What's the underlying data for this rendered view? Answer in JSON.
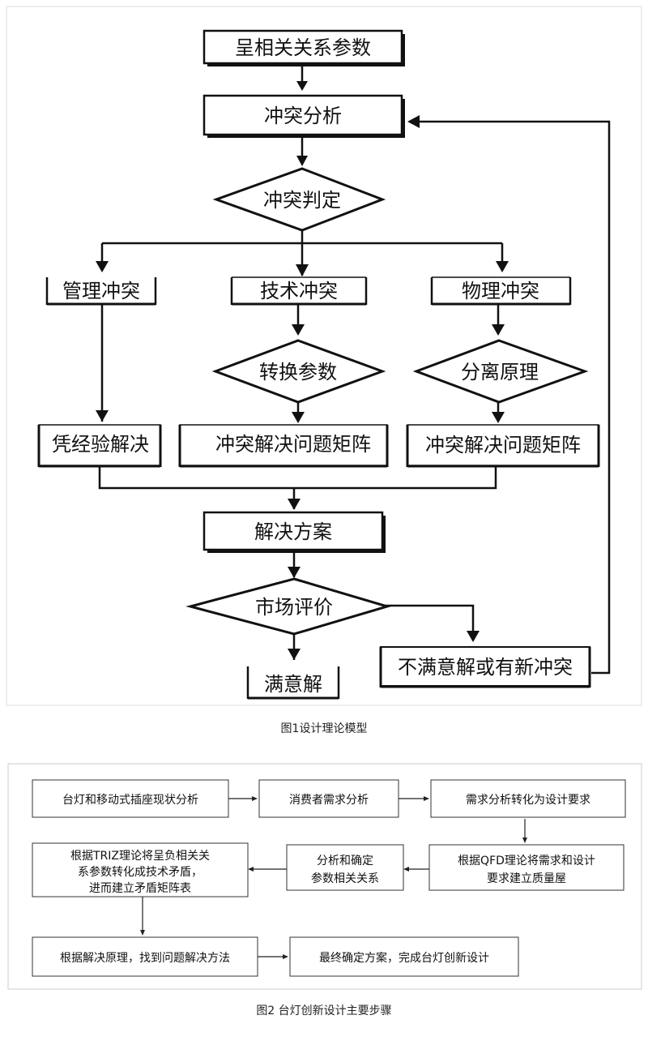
{
  "figure1": {
    "caption": "图1设计理论模型",
    "nodes": {
      "start": "呈相关关系参数",
      "conflict_analysis": "冲突分析",
      "conflict_judge": "冲突判定",
      "mgmt_conflict": "管理冲突",
      "tech_conflict": "技术冲突",
      "phys_conflict": "物理冲突",
      "convert_params": "转换参数",
      "separation_principle": "分离原理",
      "experience_solve": "凭经验解决",
      "matrix_1": "冲突解决问题矩阵",
      "matrix_2": "冲突解决问题矩阵",
      "solution": "解决方案",
      "market_eval": "市场评价",
      "satisfied": "满意解",
      "unsatisfied": "不满意解或有新冲突"
    }
  },
  "figure2": {
    "caption": "图2 台灯创新设计主要步骤",
    "steps": {
      "s1": "台灯和移动式插座现状分析",
      "s2": "消费者需求分析",
      "s3": "需求分析转化为设计要求",
      "s4_line1": "根据QFD理论将需求和设计",
      "s4_line2": "要求建立质量屋",
      "s5_line1": "分析和确定",
      "s5_line2": "参数相关关系",
      "s6_line1": "根据TRIZ理论将呈负相关关",
      "s6_line2": "系参数转化成技术矛盾，",
      "s6_line3": "进而建立矛盾矩阵表",
      "s7": "根据解决原理，找到问题解决方法",
      "s8": "最终确定方案，完成台灯创新设计"
    }
  }
}
